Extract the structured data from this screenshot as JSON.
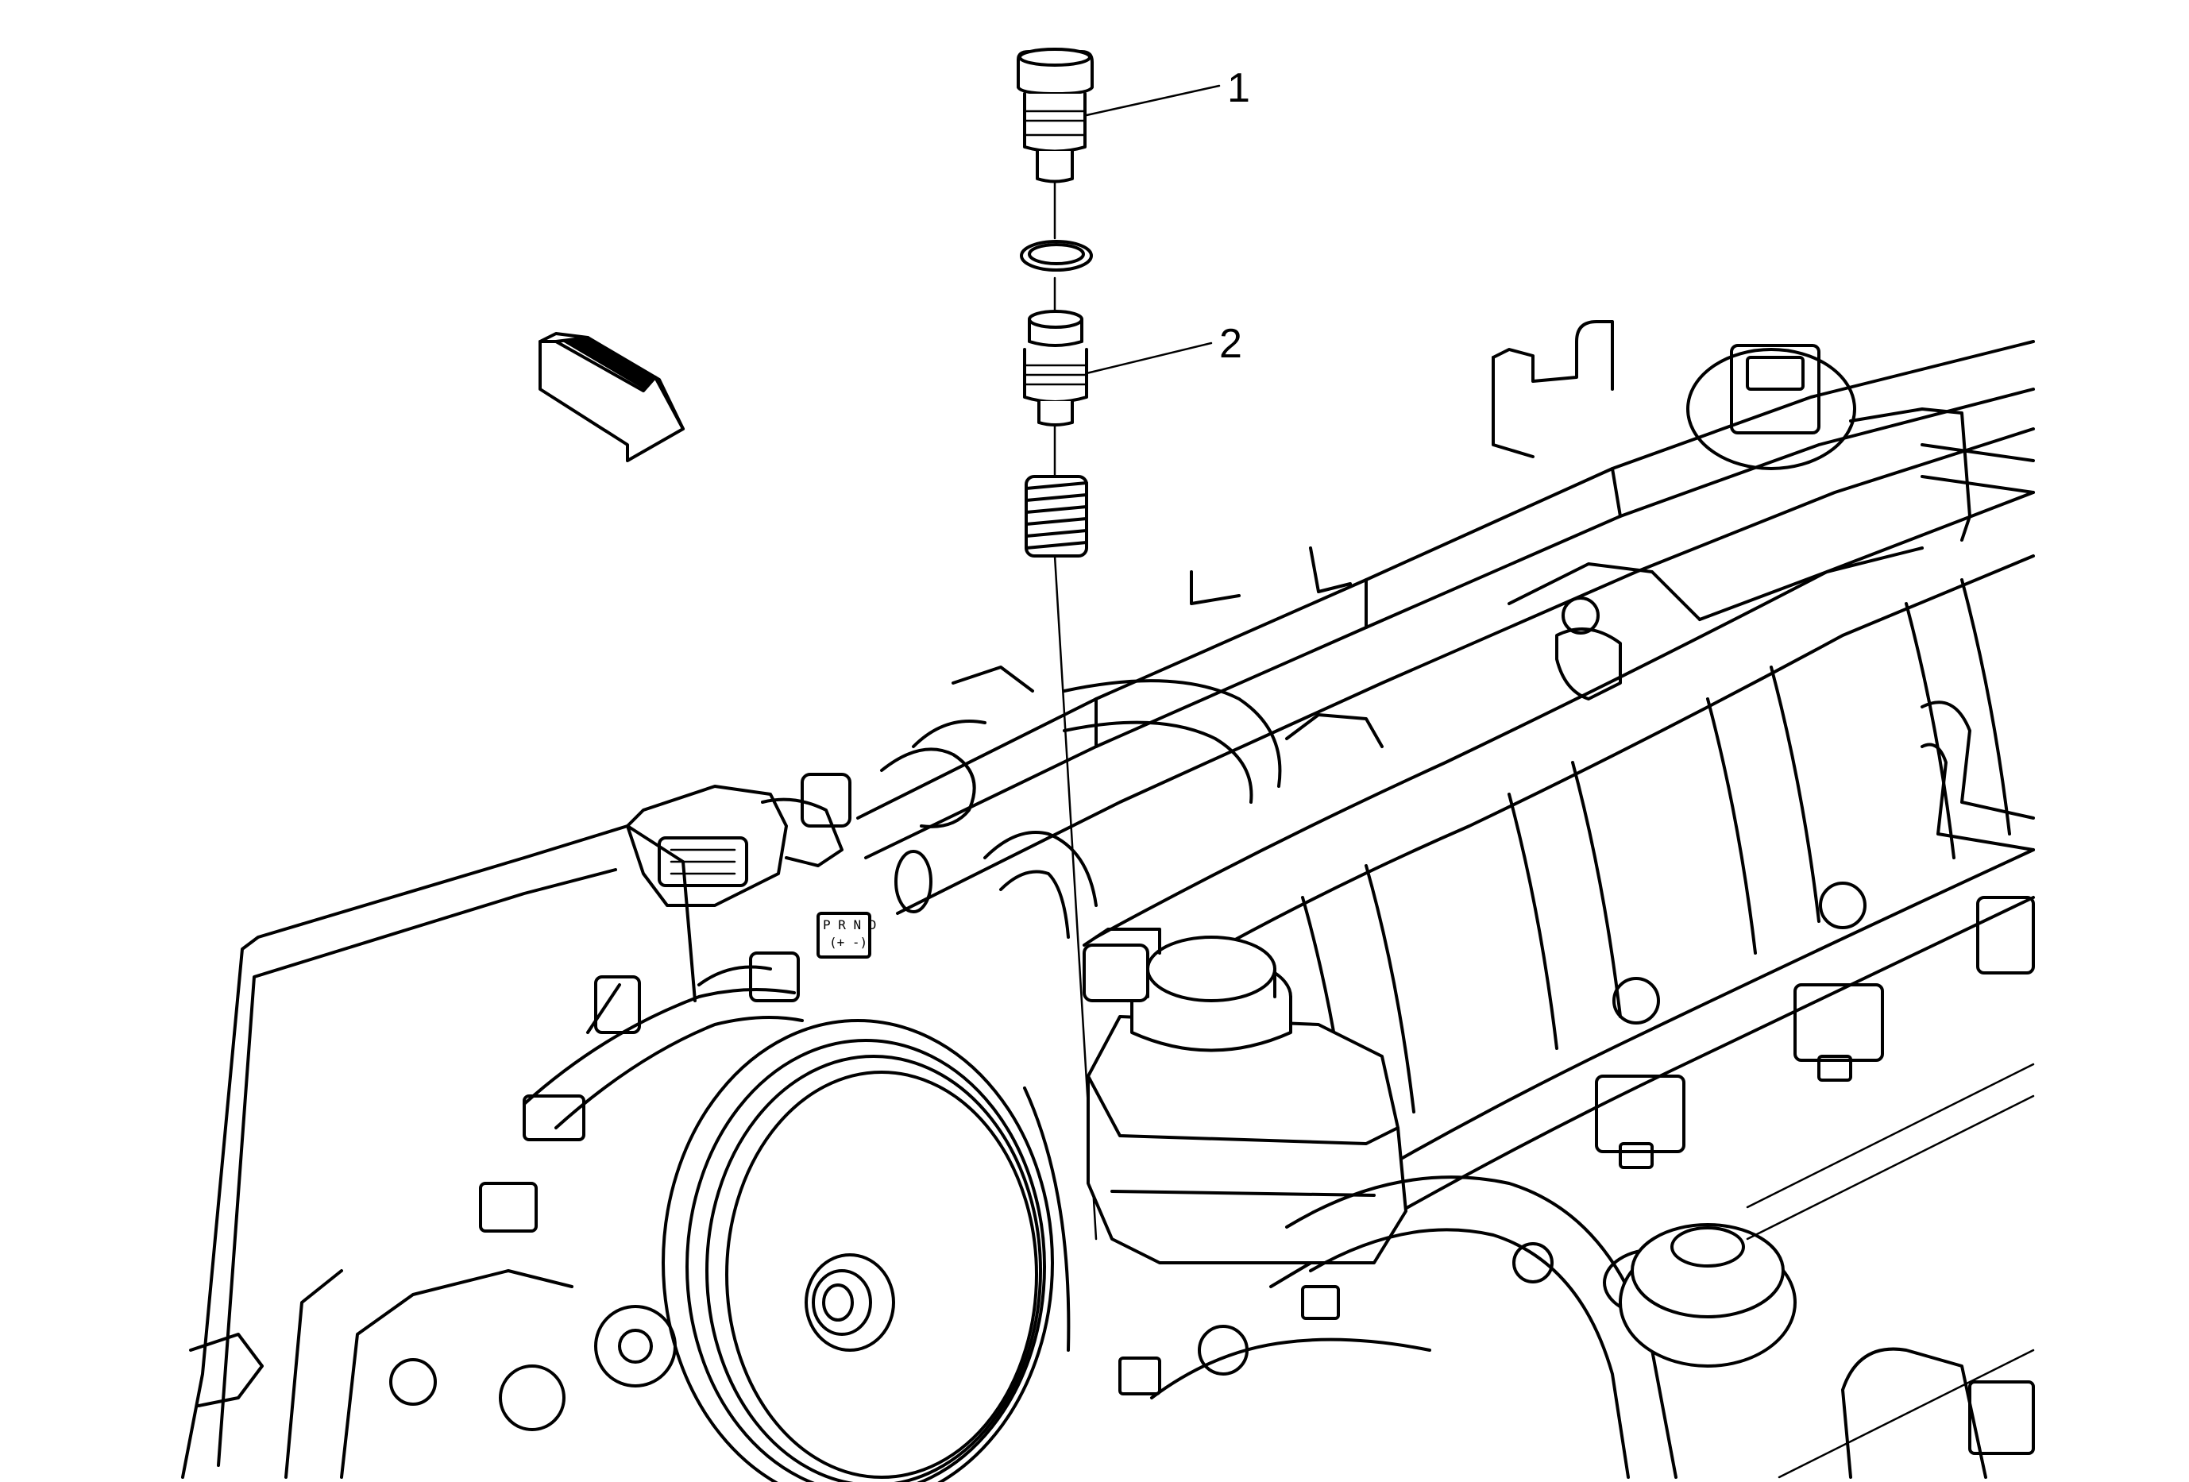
{
  "callouts": [
    {
      "id": "1",
      "label": "1"
    },
    {
      "id": "2",
      "label": "2"
    }
  ],
  "embossed": {
    "gear_marks": "P R N D",
    "gear_sub": "(+ -)"
  },
  "colors": {
    "ink": "#000000",
    "paper": "#ffffff"
  }
}
